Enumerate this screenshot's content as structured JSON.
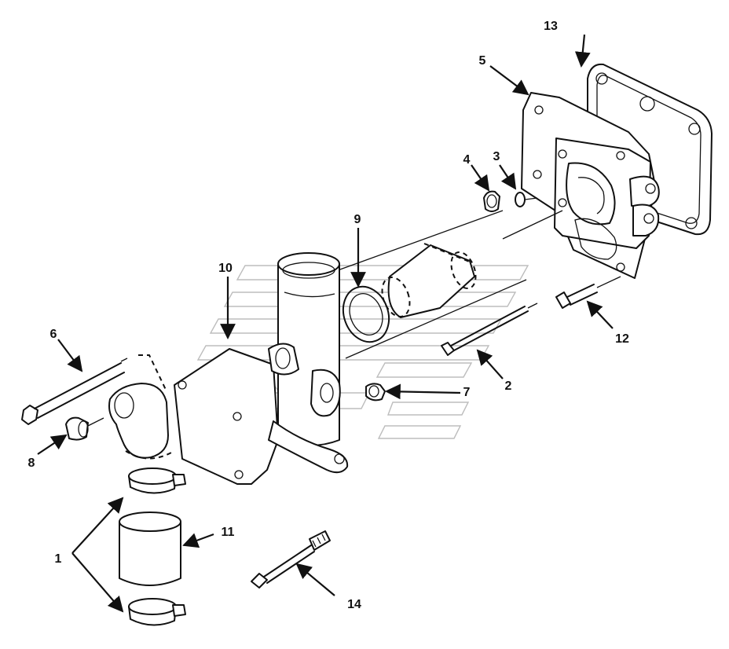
{
  "callouts": {
    "c1": "1",
    "c2": "2",
    "c3": "3",
    "c4": "4",
    "c5": "5",
    "c6": "6",
    "c7": "7",
    "c8": "8",
    "c9": "9",
    "c10": "10",
    "c11": "11",
    "c12": "12",
    "c13": "13",
    "c14": "14"
  },
  "colors": {
    "ink": "#111111",
    "paper": "#ffffff",
    "watermark": "#bdbdbd"
  }
}
